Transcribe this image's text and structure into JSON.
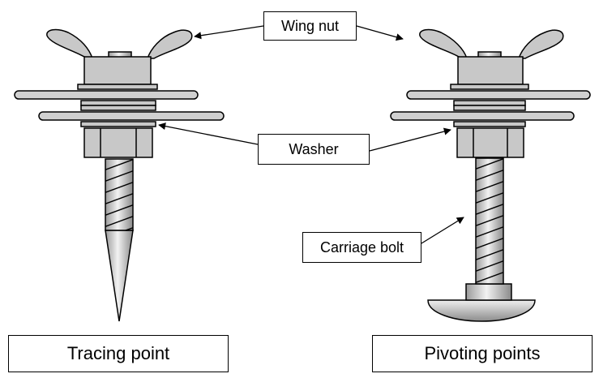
{
  "labels": {
    "wing_nut": "Wing nut",
    "washer": "Washer",
    "carriage_bolt": "Carriage bolt"
  },
  "captions": {
    "tracing_point": "Tracing point",
    "pivoting_points": "Pivoting points"
  },
  "colors": {
    "metal_fill": "#c8c8c8",
    "outline": "#000000",
    "background": "#ffffff"
  }
}
